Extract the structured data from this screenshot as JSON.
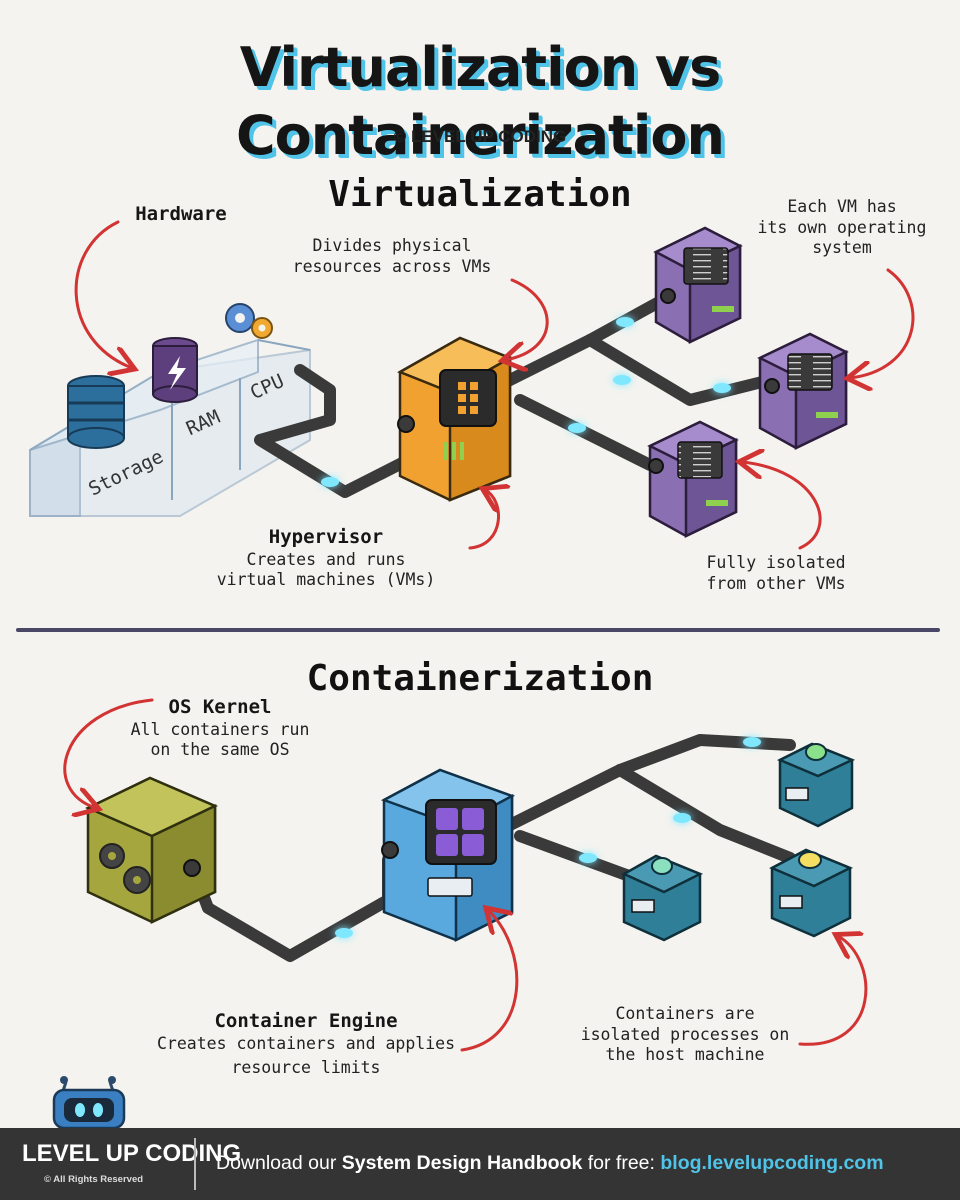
{
  "header": {
    "title": "Virtualization vs Containerization",
    "copyright": "© LEVEL UP CODING"
  },
  "virtualization": {
    "title": "Virtualization",
    "hardware_label": "Hardware",
    "storage_label": "Storage",
    "ram_label": "RAM",
    "cpu_label": "CPU",
    "divides_line1": "Divides physical",
    "divides_line2": "resources across VMs",
    "hypervisor_title": "Hypervisor",
    "hypervisor_line1": "Creates and runs",
    "hypervisor_line2": "virtual machines (VMs)",
    "vm_os_line1": "Each VM has",
    "vm_os_line2": "its own operating",
    "vm_os_line3": "system",
    "isolated_line1": "Fully isolated",
    "isolated_line2": "from other VMs"
  },
  "containerization": {
    "title": "Containerization",
    "kernel_title": "OS Kernel",
    "kernel_line1": "All containers run",
    "kernel_line2": "on the same OS",
    "engine_title": "Container Engine",
    "engine_line1": "Creates containers and applies",
    "engine_line2": "resource limits",
    "containers_line1": "Containers are",
    "containers_line2": "isolated processes on",
    "containers_line3": "the host machine"
  },
  "footer": {
    "brand": "LEVEL UP CODING",
    "rights": "© All Rights Reserved",
    "msg_prefix": "Download our",
    "msg_bold": "System Design Handbook",
    "msg_suffix": "for free:",
    "url": "blog.levelupcoding.com"
  },
  "colors": {
    "accent": "#4fc3e8",
    "arrow": "#d23333",
    "hypervisor": "#f1a130",
    "vm": "#8a6fb3",
    "kernel": "#a5a63e",
    "engine": "#5aa9de",
    "container": "#2f7f99",
    "footer_bg": "#343434"
  },
  "icons": [
    "database-icon",
    "battery-bolt-icon",
    "gears-icon",
    "robot-mascot-icon"
  ]
}
